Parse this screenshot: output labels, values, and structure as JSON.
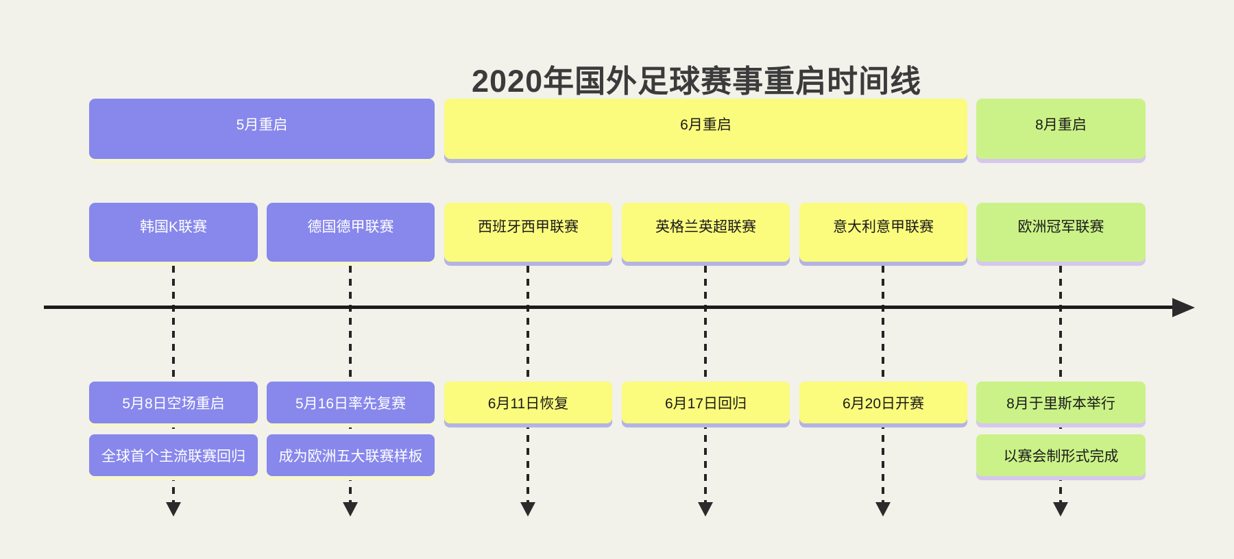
{
  "title": "2020年国外足球赛事重启时间线",
  "periods": [
    {
      "label": "5月重启",
      "color": "#8787EC"
    },
    {
      "label": "6月重启",
      "color": "#FBFB7D"
    },
    {
      "label": "8月重启",
      "color": "#CBF288"
    }
  ],
  "events": [
    {
      "league": "韩国K联赛",
      "date": "5月8日空场重启",
      "note": "全球首个主流联赛回归"
    },
    {
      "league": "德国德甲联赛",
      "date": "5月16日率先复赛",
      "note": "成为欧洲五大联赛样板"
    },
    {
      "league": "西班牙西甲联赛",
      "date": "6月11日恢复"
    },
    {
      "league": "英格兰英超联赛",
      "date": "6月17日回归"
    },
    {
      "league": "意大利意甲联赛",
      "date": "6月20日开赛"
    },
    {
      "league": "欧洲冠军联赛",
      "date": "8月于里斯本举行",
      "note": "以赛会制形式完成"
    }
  ],
  "colors": {
    "background": "#F2F1EA",
    "purple": "#8787EC",
    "yellow": "#FBFB7D",
    "green": "#CBF288",
    "purple_shadow": "#F6F6D0",
    "yellow_shadow": "#B4B4E2",
    "green_shadow": "#D5C8EC",
    "axis": "#1C1C1C",
    "title_text": "#3B3B3B"
  }
}
